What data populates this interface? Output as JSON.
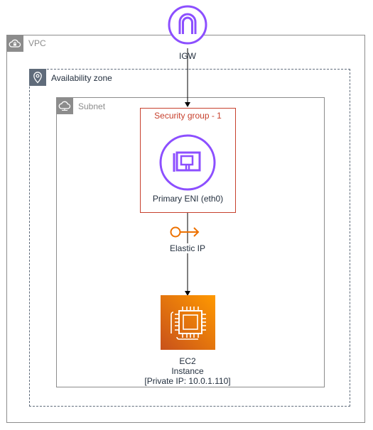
{
  "vpc": {
    "label": "VPC",
    "icon": "vpc-cloud-lock-icon"
  },
  "availability_zone": {
    "label": "Availability zone",
    "icon": "location-pin-icon"
  },
  "subnet": {
    "label": "Subnet",
    "icon": "subnet-cloud-icon"
  },
  "security_group": {
    "label": "Security group - 1"
  },
  "igw": {
    "label": "IGW",
    "icon": "internet-gateway-icon"
  },
  "eni": {
    "label": "Primary ENI (eth0)",
    "icon": "network-interface-icon"
  },
  "elastic_ip": {
    "label": "Elastic IP",
    "icon": "elastic-ip-icon"
  },
  "ec2": {
    "line1": "EC2",
    "line2": "Instance",
    "line3": "[Private IP: 10.0.1.110]",
    "icon": "ec2-instance-chip-icon"
  },
  "colors": {
    "purple": "#8c4fff",
    "orange": "#ed7100",
    "red": "#c7402d",
    "gray": "#8c8c8c",
    "dark_gray": "#5f6b7a"
  }
}
